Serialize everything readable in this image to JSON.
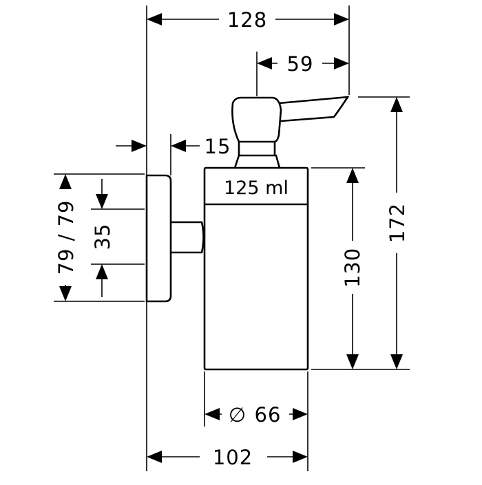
{
  "dimensions": {
    "overall_width": "128",
    "lever_reach": "59",
    "wall_gap": "15",
    "height_total": "172",
    "bottle_height": "130",
    "mount_spacing": "35",
    "mount_offset": "79 / 79",
    "bottle_diameter": "66",
    "bottle_diameter_symbol": "∅",
    "projection": "102"
  },
  "labels": {
    "capacity": "125 ml"
  }
}
